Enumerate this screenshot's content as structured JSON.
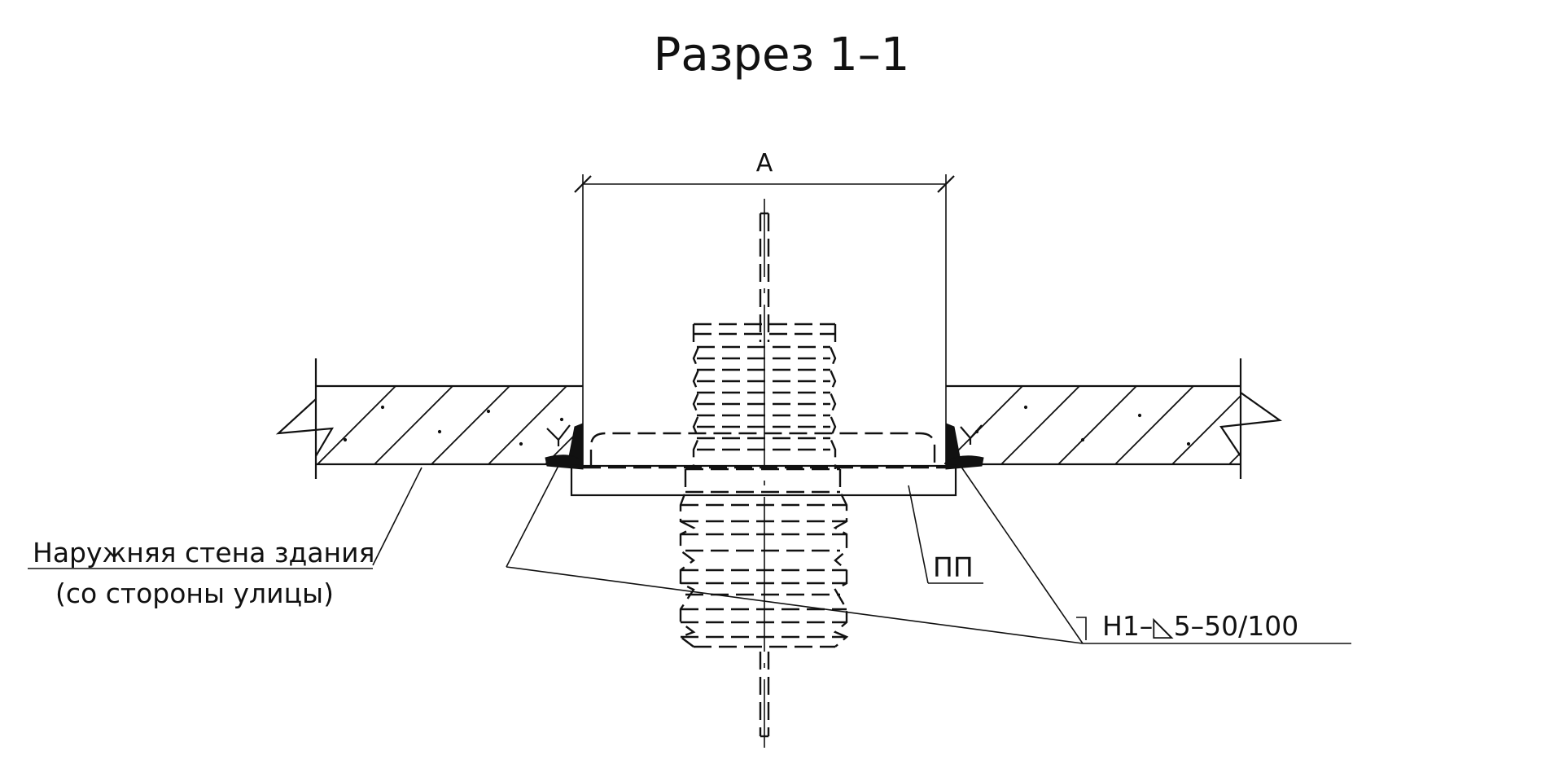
{
  "title": "Разрез 1–1",
  "dimension_label": "A",
  "labels": {
    "wall_line1": "Наружняя стена здания",
    "wall_line2": "(со стороны улицы)",
    "pp": "ПП",
    "weld": "Н1–◺5–50/100"
  },
  "colors": {
    "line": "#111111",
    "background": "#ffffff"
  }
}
